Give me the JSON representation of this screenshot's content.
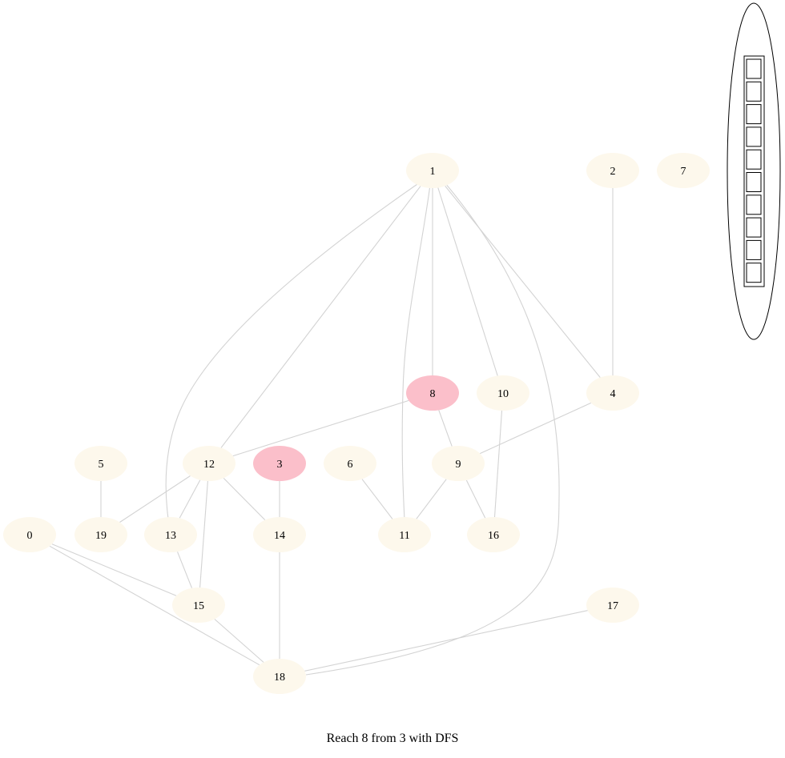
{
  "caption": "Reach 8 from 3 with DFS",
  "colors": {
    "node_fill": "#fdf8ec",
    "highlight_fill": "#fbbfca",
    "edge": "#d3d3d3"
  },
  "graph": {
    "nodes": [
      {
        "id": "0",
        "highlight": false
      },
      {
        "id": "1",
        "highlight": false
      },
      {
        "id": "2",
        "highlight": false
      },
      {
        "id": "3",
        "highlight": true
      },
      {
        "id": "4",
        "highlight": false
      },
      {
        "id": "5",
        "highlight": false
      },
      {
        "id": "6",
        "highlight": false
      },
      {
        "id": "7",
        "highlight": false
      },
      {
        "id": "8",
        "highlight": true
      },
      {
        "id": "9",
        "highlight": false
      },
      {
        "id": "10",
        "highlight": false
      },
      {
        "id": "11",
        "highlight": false
      },
      {
        "id": "12",
        "highlight": false
      },
      {
        "id": "13",
        "highlight": false
      },
      {
        "id": "14",
        "highlight": false
      },
      {
        "id": "15",
        "highlight": false
      },
      {
        "id": "16",
        "highlight": false
      },
      {
        "id": "17",
        "highlight": false
      },
      {
        "id": "18",
        "highlight": false
      },
      {
        "id": "19",
        "highlight": false
      }
    ],
    "edges": [
      [
        "1",
        "13"
      ],
      [
        "1",
        "12"
      ],
      [
        "1",
        "11"
      ],
      [
        "1",
        "8"
      ],
      [
        "1",
        "10"
      ],
      [
        "1",
        "18"
      ],
      [
        "1",
        "4"
      ],
      [
        "2",
        "4"
      ],
      [
        "8",
        "12"
      ],
      [
        "8",
        "9"
      ],
      [
        "10",
        "16"
      ],
      [
        "4",
        "9"
      ],
      [
        "5",
        "19"
      ],
      [
        "12",
        "19"
      ],
      [
        "12",
        "13"
      ],
      [
        "12",
        "15"
      ],
      [
        "12",
        "14"
      ],
      [
        "3",
        "14"
      ],
      [
        "6",
        "11"
      ],
      [
        "9",
        "11"
      ],
      [
        "9",
        "16"
      ],
      [
        "0",
        "15"
      ],
      [
        "0",
        "18"
      ],
      [
        "13",
        "15"
      ],
      [
        "15",
        "18"
      ],
      [
        "14",
        "18"
      ],
      [
        "17",
        "18"
      ]
    ]
  },
  "stack": {
    "slots": 10,
    "items": []
  }
}
